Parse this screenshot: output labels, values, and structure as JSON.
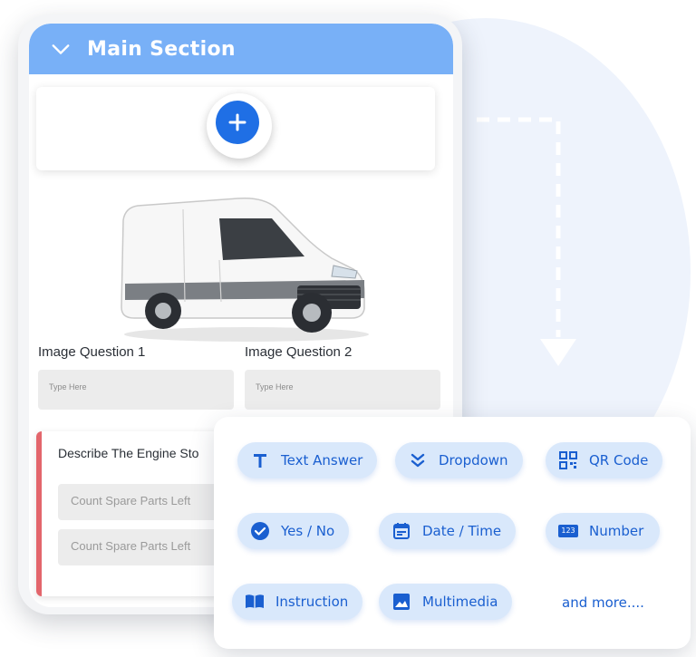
{
  "section": {
    "title": "Main Section"
  },
  "questions": [
    {
      "label": "Image Question 1",
      "placeholder": "Type Here"
    },
    {
      "label": "Image Question 2",
      "placeholder": "Type Here"
    }
  ],
  "describe": {
    "title": "Describe The Engine Sto",
    "fields": [
      "Count Spare Parts Left",
      "Count Spare Parts Left"
    ]
  },
  "field_types": [
    {
      "label": "Text Answer",
      "icon": "text-icon"
    },
    {
      "label": "Dropdown",
      "icon": "double-chevron-down-icon"
    },
    {
      "label": "QR Code",
      "icon": "qr-code-icon"
    },
    {
      "label": "Yes / No",
      "icon": "check-circle-icon"
    },
    {
      "label": "Date / Time",
      "icon": "calendar-icon"
    },
    {
      "label": "Number",
      "icon": "number-123-icon",
      "icon_text": "123"
    },
    {
      "label": "Instruction",
      "icon": "book-icon"
    },
    {
      "label": "Multimedia",
      "icon": "image-icon"
    }
  ],
  "more_label": "and more....",
  "colors": {
    "header": "#78b0f7",
    "accent": "#1f6fe5",
    "chip_bg": "#d9e8fb",
    "chip_text": "#1a5fd0",
    "required_bar": "#e3666c",
    "bg_circle": "#eef3fc"
  }
}
